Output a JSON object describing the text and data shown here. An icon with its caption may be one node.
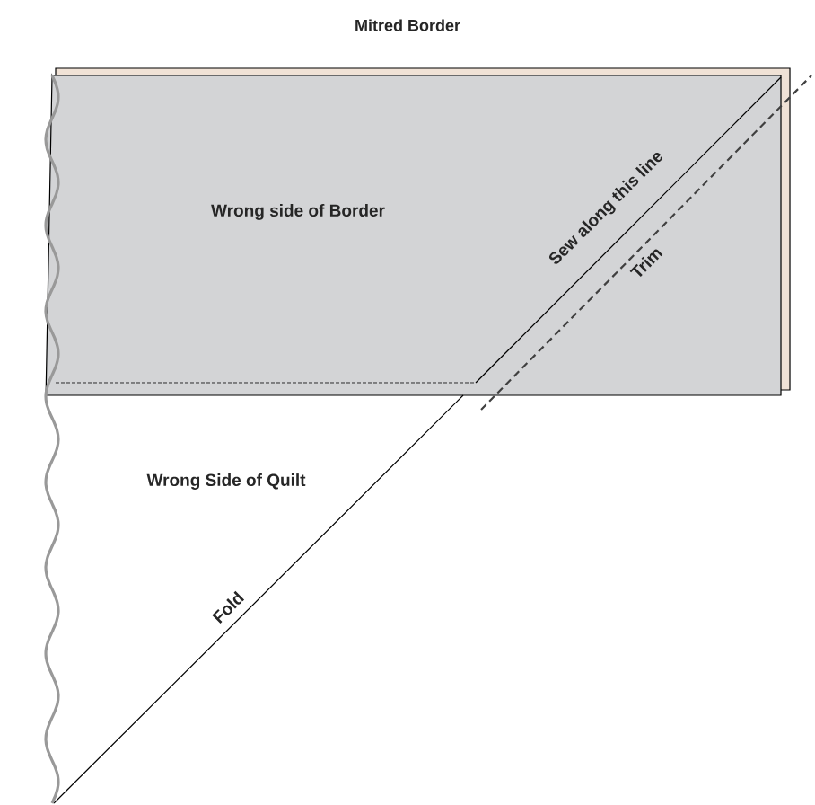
{
  "diagram": {
    "title": "Mitred Border",
    "labels": [
      "Wrong side of Border",
      "Sew along this line",
      "Trim",
      "Wrong Side of Quilt",
      "Fold"
    ]
  }
}
